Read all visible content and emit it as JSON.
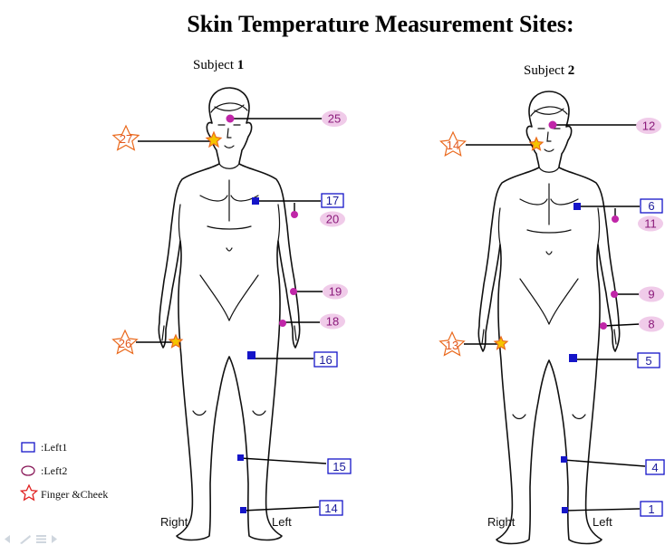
{
  "title": "Skin Temperature Measurement Sites:",
  "subjects": [
    {
      "label": "Subject",
      "number": "1"
    },
    {
      "label": "Subject",
      "number": "2"
    }
  ],
  "side_labels": {
    "right": "Right",
    "left": "Left"
  },
  "legend": [
    {
      "icon": "square-icon",
      "text": ":Left1"
    },
    {
      "icon": "circle-icon",
      "text": ":Left2"
    },
    {
      "icon": "star-icon",
      "text": "Finger &Cheek"
    }
  ],
  "subject1_sites": {
    "s25": "25",
    "s27": "27",
    "s17": "17",
    "s20": "20",
    "s19": "19",
    "s18": "18",
    "s26": "26",
    "s16": "16",
    "s15": "15",
    "s14": "14"
  },
  "subject2_sites": {
    "s12": "12",
    "s14": "14",
    "s6": "6",
    "s11": "11",
    "s9": "9",
    "s8": "8",
    "s13": "13",
    "s5": "5",
    "s4": "4",
    "s1": "1"
  },
  "colors": {
    "square": "#1515c8",
    "circle": "#c026a8",
    "circle_fill": "#f0cbe9",
    "star": "#ea6a1e",
    "star_inner": "#f5c400"
  }
}
